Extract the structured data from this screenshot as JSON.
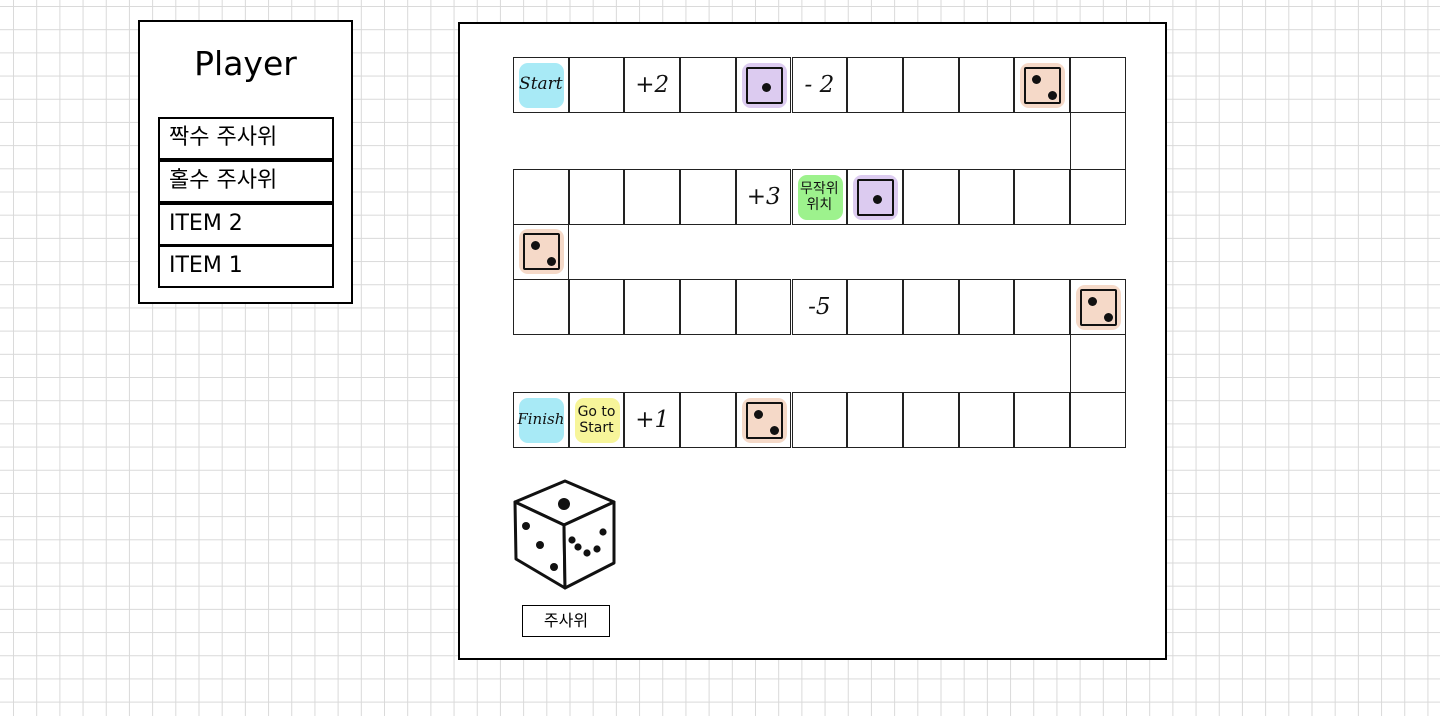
{
  "player": {
    "title": "Player",
    "items": [
      "짝수 주사위",
      "홀수 주사위",
      "ITEM  2",
      "ITEM  1"
    ]
  },
  "board": {
    "rows": [
      [
        {
          "label": "Start",
          "fill": "#a8eaf6"
        },
        {
          "label": ""
        },
        {
          "label": "+2"
        },
        {
          "label": ""
        },
        {
          "icon": "die-face-one-icon",
          "fill": "#dccbf0"
        },
        {
          "label": "- 2"
        },
        {
          "label": ""
        },
        {
          "label": ""
        },
        {
          "label": ""
        },
        {
          "icon": "die-face-two-icon",
          "fill": "#f5d9c8"
        },
        {
          "label": ""
        }
      ],
      [
        {
          "label": ""
        },
        {
          "label": ""
        },
        {
          "label": ""
        },
        {
          "label": ""
        },
        {
          "label": "+3"
        },
        {
          "label": "무작위\n위치",
          "fill": "#9df28d"
        },
        {
          "icon": "die-face-one-icon",
          "fill": "#dccbf0"
        },
        {
          "label": ""
        },
        {
          "label": ""
        },
        {
          "label": ""
        },
        {
          "label": ""
        }
      ],
      [
        {
          "label": ""
        },
        {
          "label": ""
        },
        {
          "label": ""
        },
        {
          "label": ""
        },
        {
          "label": ""
        },
        {
          "label": "-5"
        },
        {
          "label": ""
        },
        {
          "label": ""
        },
        {
          "label": ""
        },
        {
          "label": ""
        },
        {
          "icon": "die-face-two-icon",
          "fill": "#f5d9c8"
        }
      ],
      [
        {
          "label": "Finish",
          "fill": "#a8eaf6"
        },
        {
          "label": "Go to\nStart",
          "fill": "#f7f59a"
        },
        {
          "label": "+1"
        },
        {
          "label": ""
        },
        {
          "icon": "die-face-two-icon",
          "fill": "#f5d9c8"
        },
        {
          "label": ""
        },
        {
          "label": ""
        },
        {
          "label": ""
        },
        {
          "label": ""
        },
        {
          "label": ""
        },
        {
          "label": ""
        }
      ]
    ],
    "connectors": [
      {
        "after_row": 1,
        "side": "right"
      },
      {
        "after_row": 2,
        "side": "left",
        "icon": "die-face-two-icon",
        "fill": "#f5d9c8"
      },
      {
        "after_row": 3,
        "side": "right"
      }
    ]
  },
  "dice": {
    "icon": "dice-cube-icon",
    "button_label": "주사위"
  }
}
